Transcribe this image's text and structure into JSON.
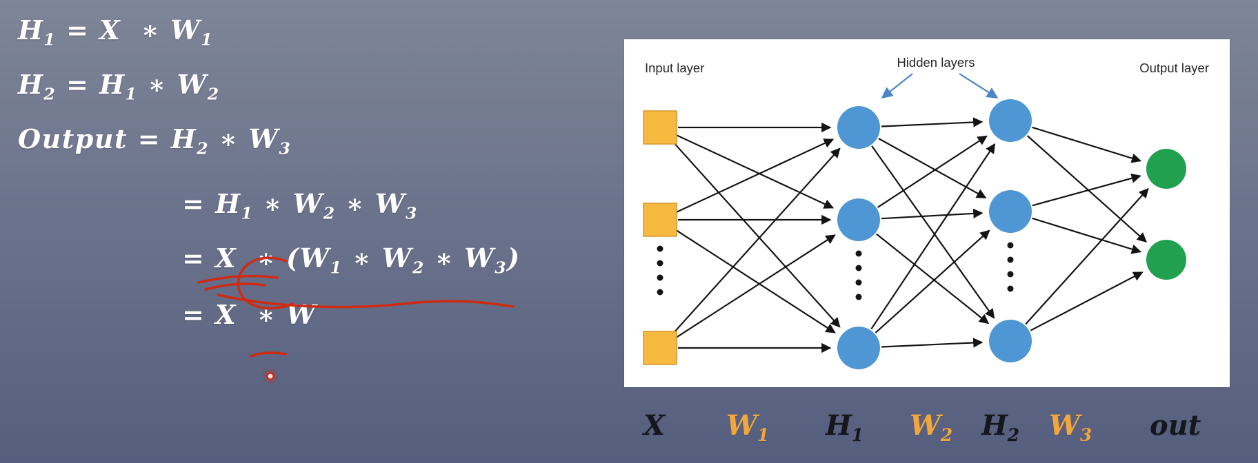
{
  "slide": {
    "background_top": "#7e8598",
    "background_bottom": "#555e7e"
  },
  "equations": {
    "color": "#ffffff",
    "lines": [
      {
        "indent": false,
        "tokens": [
          {
            "t": "H",
            "sub": "1"
          },
          {
            "t": " = X  ∗ W",
            "sub": "1"
          }
        ]
      },
      {
        "indent": false,
        "tokens": [
          {
            "t": "H",
            "sub": "2"
          },
          {
            "t": " = H",
            "sub": "1"
          },
          {
            "t": " ∗ W",
            "sub": "2"
          }
        ]
      },
      {
        "indent": false,
        "tokens": [
          {
            "t": "Output = H",
            "sub": "2"
          },
          {
            "t": " ∗ W",
            "sub": "3"
          }
        ]
      },
      {
        "indent": true,
        "gap": 34,
        "tokens": [
          {
            "t": "= H",
            "sub": "1"
          },
          {
            "t": " ∗ W",
            "sub": "2"
          },
          {
            "t": " ∗ W",
            "sub": "3"
          }
        ]
      },
      {
        "indent": true,
        "tokens": [
          {
            "t": "= X  ∗ ("
          },
          {
            "t": "W",
            "sub": "1"
          },
          {
            "t": " ∗ W",
            "sub": "2"
          },
          {
            "t": " ∗ W",
            "sub": "3"
          },
          {
            "t": ")"
          }
        ]
      },
      {
        "indent": true,
        "gap": 22,
        "tokens": [
          {
            "t": "= X  ∗ W"
          }
        ]
      }
    ]
  },
  "annotations": {
    "color": "#cf2a12"
  },
  "diagram": {
    "panel_background": "#ffffff",
    "labels": {
      "input": "Input layer",
      "hidden": "Hidden layers",
      "output": "Output layer"
    },
    "label_color": "#262626",
    "arrow_color": "#4a86c8",
    "edge_color": "#141414",
    "input_border": "#d9952a",
    "layers": [
      {
        "id": "input",
        "shape": "square",
        "count": 3,
        "ellipsis": true,
        "color": "#f6b93f"
      },
      {
        "id": "hidden1",
        "shape": "circle",
        "count": 3,
        "ellipsis": true,
        "color": "#4e96d4"
      },
      {
        "id": "hidden2",
        "shape": "circle",
        "count": 3,
        "ellipsis": true,
        "color": "#4e96d4"
      },
      {
        "id": "output",
        "shape": "circle",
        "count": 2,
        "ellipsis": false,
        "color": "#21a04f"
      }
    ]
  },
  "bottom_labels": [
    {
      "t": "X",
      "sub": "",
      "color": "#14171c"
    },
    {
      "t": "W",
      "sub": "1",
      "color": "#f2a63b"
    },
    {
      "t": "H",
      "sub": "1",
      "color": "#14171c"
    },
    {
      "t": "W",
      "sub": "2",
      "color": "#f2a63b"
    },
    {
      "t": "H",
      "sub": "2",
      "color": "#14171c"
    },
    {
      "t": "W",
      "sub": "3",
      "color": "#f2a63b"
    },
    {
      "t": "out",
      "sub": "",
      "color": "#14171c"
    }
  ]
}
